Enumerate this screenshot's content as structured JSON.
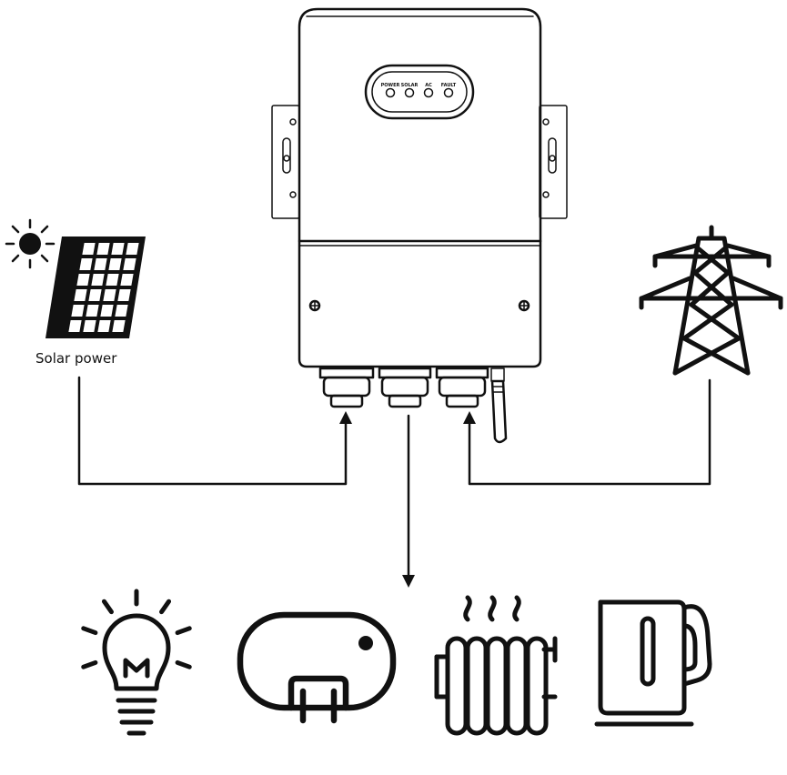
{
  "solar": {
    "label": "Solar power"
  },
  "inverter": {
    "indicators": [
      "POWER",
      "SOLAR",
      "AC",
      "FAULT"
    ]
  },
  "icons": {
    "sun": "sun-icon",
    "solar_panel": "solar-panel-icon",
    "grid": "power-tower-icon",
    "loads": [
      "light-bulb-icon",
      "water-heater-icon",
      "radiator-heater-icon",
      "electric-kettle-icon"
    ]
  },
  "colors": {
    "line": "#111111",
    "background": "#ffffff"
  }
}
